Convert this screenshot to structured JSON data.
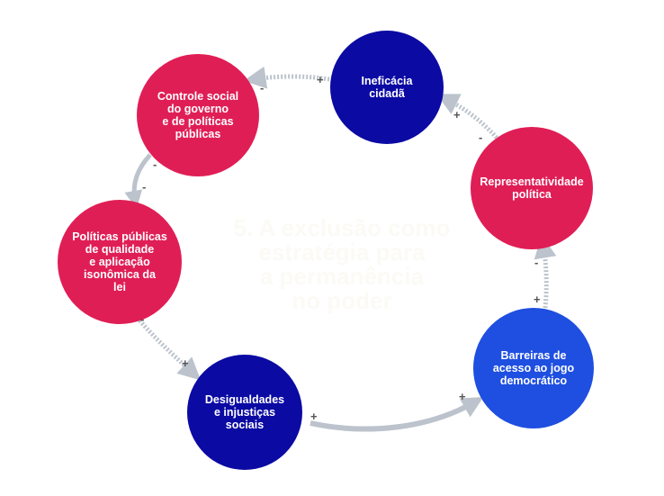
{
  "diagram": {
    "title": "5. A exclusão como\nestratégia para\na permanência\nno poder",
    "colors": {
      "crimson": "#e01e56",
      "navy": "#0b0aa3",
      "blue": "#1e4fe0",
      "arrow": "#bcc3cc"
    },
    "nodes": [
      {
        "label": "Ineficácia\ncidadã"
      },
      {
        "label": "Controle social\ndo governo\ne de políticas\npúblicas"
      },
      {
        "label": "Políticas públicas\nde qualidade\ne aplicação\nisonômica da\nlei"
      },
      {
        "label": "Desigualdades\ne injustiças\nsociais"
      },
      {
        "label": "Barreiras de\nacesso ao jogo\ndemocrático"
      },
      {
        "label": "Representatividade\npolítica"
      }
    ],
    "signs": [
      {
        "text": "+"
      },
      {
        "text": "-"
      },
      {
        "text": "-"
      },
      {
        "text": "-"
      },
      {
        "text": "-"
      },
      {
        "text": "+"
      },
      {
        "text": "+"
      },
      {
        "text": "+"
      },
      {
        "text": "+"
      },
      {
        "text": "-"
      },
      {
        "text": "-"
      },
      {
        "text": "+"
      }
    ]
  }
}
